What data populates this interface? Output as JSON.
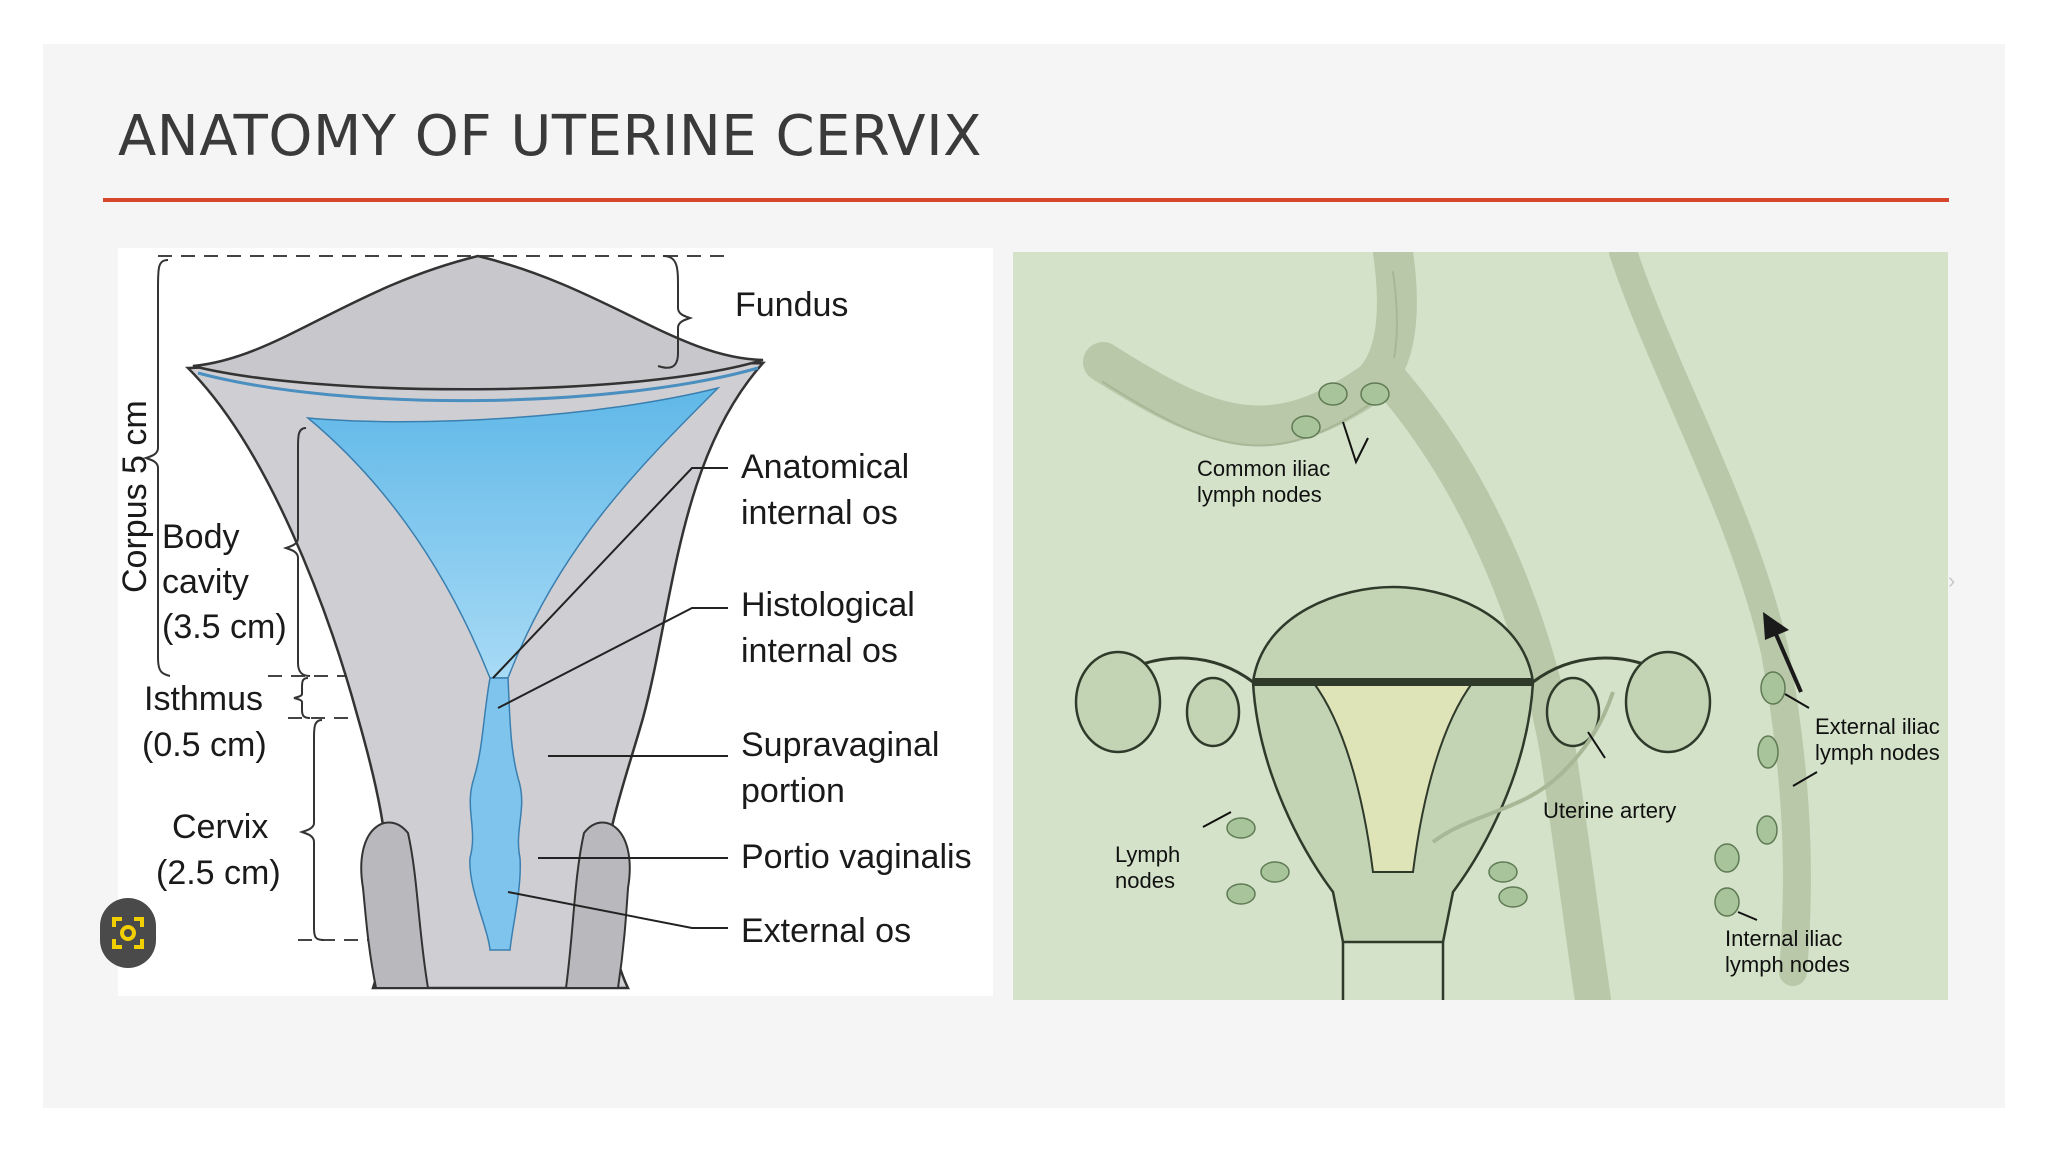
{
  "slide": {
    "title": "ANATOMY OF UTERINE CERVIX",
    "accent_color": "#d5462d"
  },
  "left_diagram": {
    "labels": {
      "corpus": "Corpus 5 cm",
      "fundus": "Fundus",
      "body_cavity_1": "Body",
      "body_cavity_2": "cavity",
      "body_cavity_3": "(3.5 cm)",
      "isthmus_1": "Isthmus",
      "isthmus_2": "(0.5 cm)",
      "cervix_1": "Cervix",
      "cervix_2": "(2.5 cm)",
      "anatomical_1": "Anatomical",
      "anatomical_2": "internal os",
      "histological_1": "Histological",
      "histological_2": "internal os",
      "supravaginal_1": "Supravaginal",
      "supravaginal_2": "portion",
      "portio": "Portio vaginalis",
      "external_os": "External os"
    }
  },
  "right_diagram": {
    "labels": {
      "common_iliac_1": "Common iliac",
      "common_iliac_2": "lymph nodes",
      "external_iliac_1": "External iliac",
      "external_iliac_2": "lymph nodes",
      "uterine_artery": "Uterine artery",
      "lymph_nodes_1": "Lymph",
      "lymph_nodes_2": "nodes",
      "internal_iliac_1": "Internal iliac",
      "internal_iliac_2": "lymph nodes"
    }
  },
  "icons": {
    "lens": "google-lens-icon",
    "next": "next-slide-icon"
  }
}
